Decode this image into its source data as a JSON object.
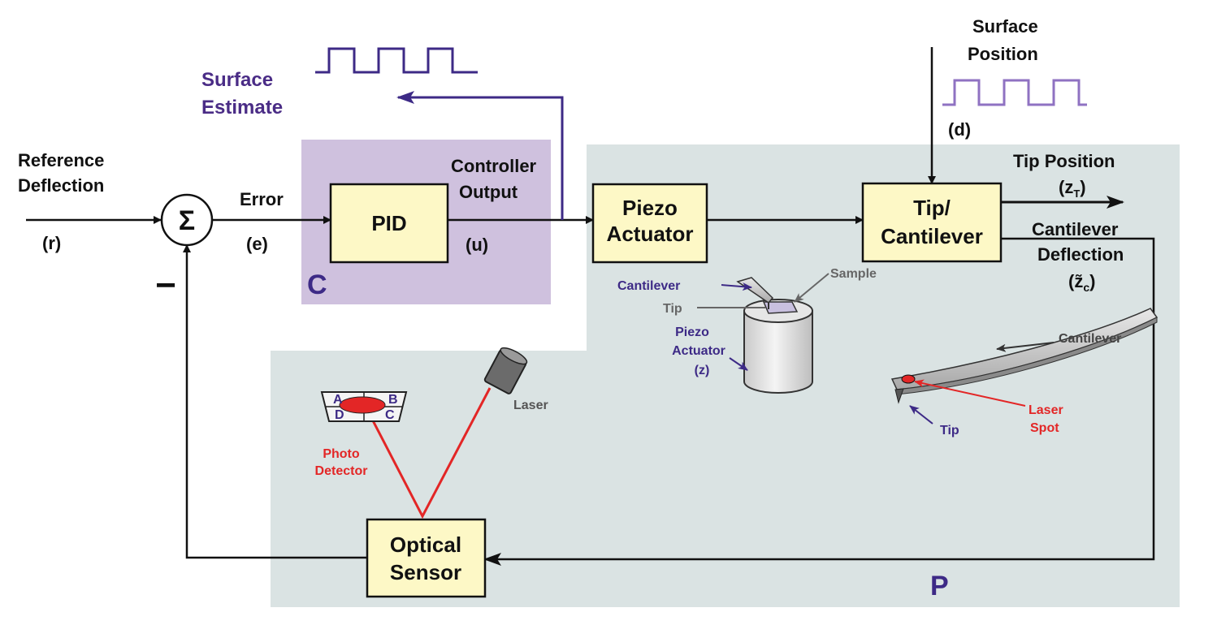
{
  "colors": {
    "controller_region": "#cfc1de",
    "plant_region": "#dae3e3",
    "block_fill": "#fdf8c6",
    "signal_purple": "#4a2c86",
    "square_wave": "#8f72c2",
    "laser_red": "#e32626",
    "ink": "#111111"
  },
  "labels": {
    "reference_deflection_1": "Reference",
    "reference_deflection_2": "Deflection",
    "r": "(r)",
    "error": "Error",
    "e": "(e)",
    "sum_symbol": "Σ",
    "minus": "−",
    "controller_output_1": "Controller",
    "controller_output_2": "Output",
    "u": "(u)",
    "c_region": "C",
    "p_region": "P",
    "surface_estimate_1": "Surface",
    "surface_estimate_2": "Estimate",
    "surface_position_1": "Surface",
    "surface_position_2": "Position",
    "d": "(d)",
    "tip_position": "Tip Position",
    "zt": "(z",
    "zt_sub": "T",
    "zt_close": ")",
    "cantilever_deflection_1": "Cantilever",
    "cantilever_deflection_2": "Deflection",
    "zc": "(z̃",
    "zc_sub": "c",
    "zc_close": ")"
  },
  "blocks": {
    "pid": "PID",
    "piezo_1": "Piezo",
    "piezo_2": "Actuator",
    "tip_1": "Tip/",
    "tip_2": "Cantilever",
    "optical_1": "Optical",
    "optical_2": "Sensor"
  },
  "illustration": {
    "cantilever": "Cantilever",
    "sample": "Sample",
    "tip": "Tip",
    "piezo_actuator_1": "Piezo",
    "piezo_actuator_2": "Actuator",
    "piezo_actuator_3": "(z)",
    "cantilever_right": "Cantilever",
    "laser_spot_1": "Laser",
    "laser_spot_2": "Spot",
    "tip_right": "Tip",
    "laser": "Laser",
    "photo_detector_1": "Photo",
    "photo_detector_2": "Detector",
    "quad_a": "A",
    "quad_b": "B",
    "quad_c": "C",
    "quad_d": "D"
  },
  "icons": [
    "summing-junction-icon",
    "square-wave-icon",
    "laser-source-icon",
    "photo-detector-icon",
    "piezo-cylinder-icon",
    "cantilever-beam-icon"
  ]
}
